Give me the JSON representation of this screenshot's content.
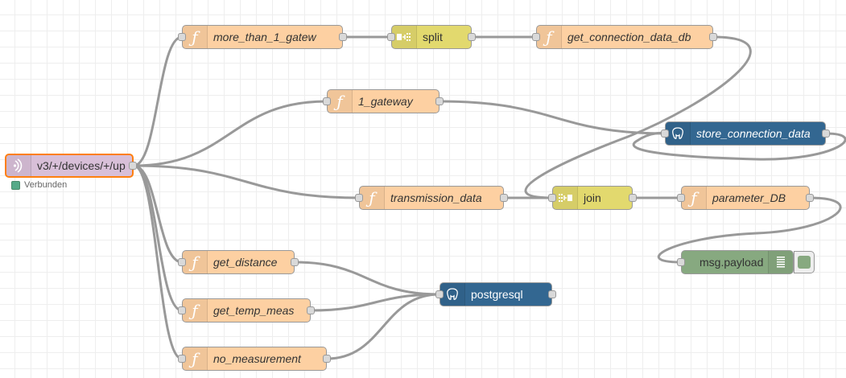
{
  "colors": {
    "function": "#fdd0a2",
    "split_join": "#e2d96e",
    "mqtt": "#d8bfd8",
    "postgres": "#336791",
    "debug": "#87a980",
    "wire": "#999999",
    "selected": "#ff7f0e",
    "status_connected": "#5a8"
  },
  "nodes": {
    "mqtt_in": {
      "label": "v3/+/devices/+/up",
      "icon": "mqtt-icon",
      "status": "Verbunden"
    },
    "more_than_1": {
      "label": "more_than_1_gatew",
      "icon": "function-icon"
    },
    "split": {
      "label": "split",
      "icon": "split-icon"
    },
    "get_conn_db": {
      "label": "get_connection_data_db",
      "icon": "function-icon"
    },
    "one_gateway": {
      "label": "1_gateway",
      "icon": "function-icon"
    },
    "store_conn": {
      "label": "store_connection_data",
      "icon": "postgres-icon"
    },
    "transmission": {
      "label": "transmission_data",
      "icon": "function-icon"
    },
    "join": {
      "label": "join",
      "icon": "join-icon"
    },
    "parameter_db": {
      "label": "parameter_DB",
      "icon": "function-icon"
    },
    "msg_payload": {
      "label": "msg.payload",
      "icon": "debug-list-icon"
    },
    "get_distance": {
      "label": "get_distance",
      "icon": "function-icon"
    },
    "get_temp": {
      "label": "get_temp_meas",
      "icon": "function-icon"
    },
    "no_measurement": {
      "label": "no_measurement",
      "icon": "function-icon"
    },
    "postgresql": {
      "label": "postgresql",
      "icon": "postgres-icon"
    }
  }
}
